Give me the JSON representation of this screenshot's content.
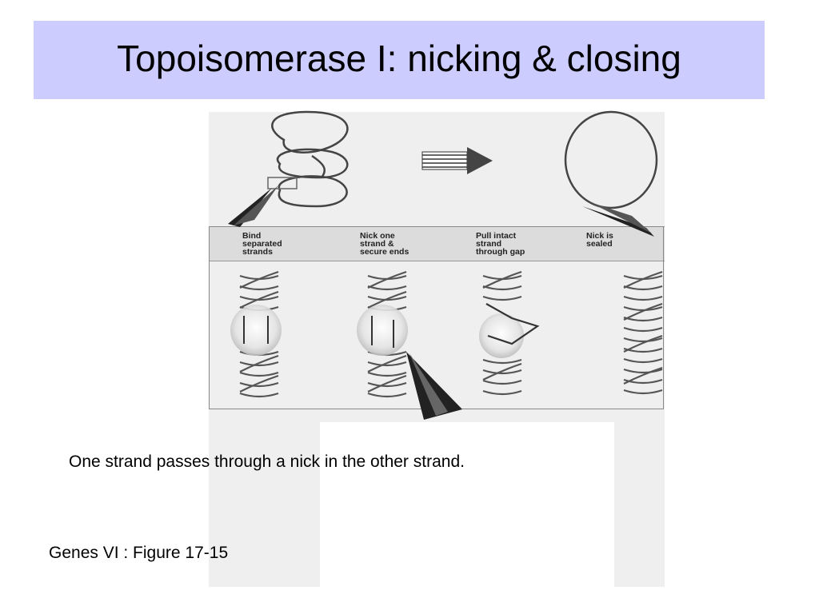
{
  "slide": {
    "title": "Topoisomerase I: nicking & closing",
    "caption": "One strand passes through a nick in the other strand.",
    "citation": "Genes VI : Figure 17-15"
  },
  "figure": {
    "steps": [
      {
        "label": "Bind\nseparated\nstrands"
      },
      {
        "label": "Nick one\nstrand &\nsecure ends"
      },
      {
        "label": "Pull intact\nstrand\nthrough gap"
      },
      {
        "label": "Nick is\nsealed"
      }
    ]
  },
  "colors": {
    "title_bg": "#ccccff",
    "figure_bg": "#efefef",
    "label_band": "#dcdcdc"
  }
}
